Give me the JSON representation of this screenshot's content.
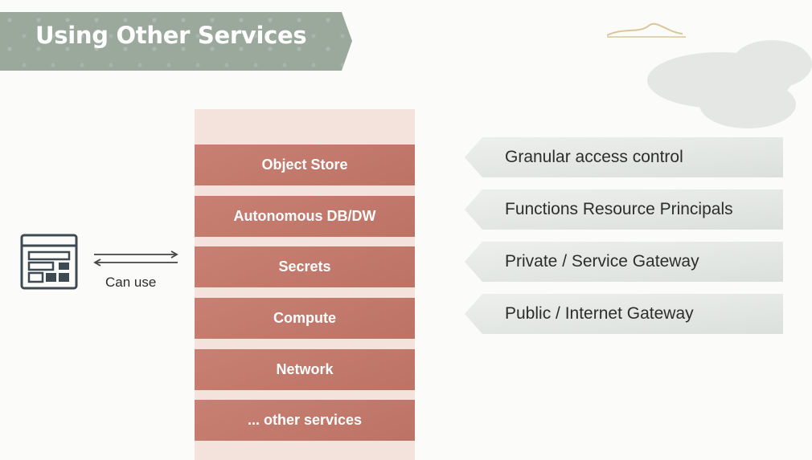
{
  "slide": {
    "title": "Using Other Services"
  },
  "client": {
    "icon": "app-window-icon",
    "relation_label": "Can use"
  },
  "services": [
    "Object Store",
    "Autonomous DB/DW",
    "Secrets",
    "Compute",
    "Network",
    "... other services"
  ],
  "features": [
    "Granular access control",
    "Functions Resource Principals",
    "Private / Service Gateway",
    "Public / Internet Gateway"
  ],
  "colors": {
    "title_banner": "#9ba99c",
    "service_bar": "#c4786a",
    "service_stack_bg": "#f4e2dc",
    "feature_tag": "#e3e7e3",
    "icon_stroke": "#3d4a52"
  }
}
